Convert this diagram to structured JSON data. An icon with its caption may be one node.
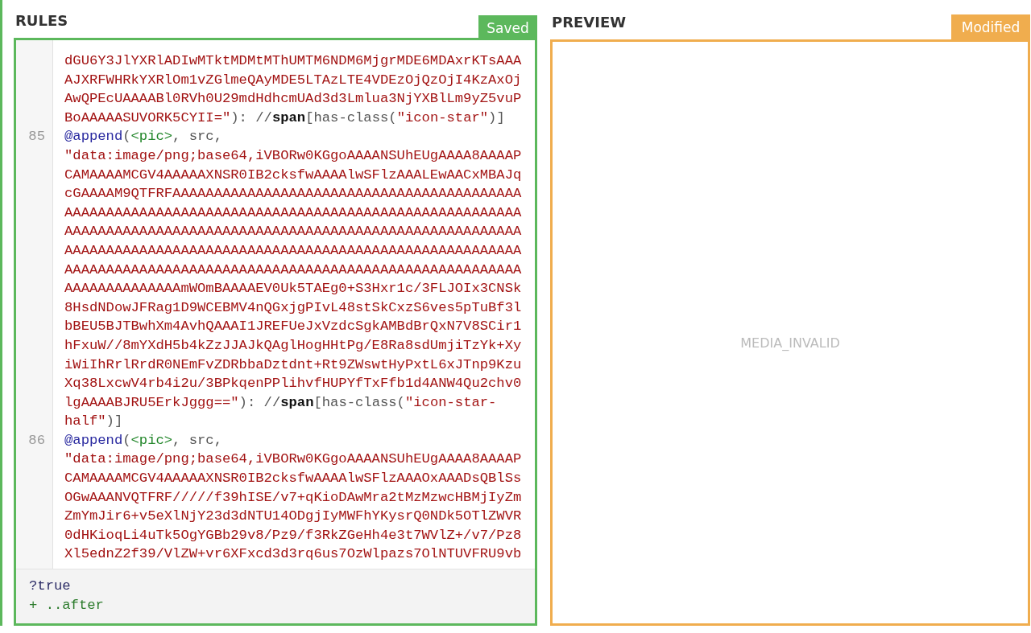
{
  "diagram": {
    "nodes": [
      {
        "text": [
          "RULES",
          "dGU6Y3JlYXRlADIwMTktMDMtMThUMTM6NDM6MjgrMDE6MDAxrKTsAAAAJXRFWHRkYXRlOm1vZGlmeQAyMDE5LTAzLTE4VDEzOjQzOjI4KzAxOjAwQPEcUAAAABl0RVh0U29mdHdhcmUAd3d3Lmlua3NjYXBlLm9yZ5vuPBoAAAAASUVORK5CYII=\"): //span[has-class(\"icon-star\")]",
          "85",
          "@append(<pic>, src, \"data:image/png;base64,iVBORw0KGgoAAAANSUhEUgAAAA8AAAAPCAMAAAAMCGV4AAAAAXNSR0IB2cksfwAAAAlwSFlzAAALEwAACxMBAJqcGAAAAM9QTFRFAAAAAAAAAAAAAAAAAAAAAAAAAAAAAAAAAAAAAAAAAAAAAAAAAAAAAAAAAAAAAAAAAAAAAAAAAAAAAAAAAAAAAAAAAAAAAAAAAAAAAAAAAAAAAAAAAAAAAAAAAAAAAAAAAAAAAAAAAAAAAAAAAAAAAAAAAAAAAAAAAAAAAAAAAAAAAAAAAAAAAAAAAAAAAAAAAAAAAAAAAAAAAAAAAAAAAAAAAAAAAAAAAAAAAAAAAAAAAAAAAAAAAAAAAAAAAAAAAAAAAAAAAAAAAAAAAAAAmWOmBAAAAEV0Uk5TAEg0+S3Hxr1c/3FLJOIx3CNSk8HsdNDowJFRag1D9WCEBMV4nQGxjgPIvL48stSkCxzS6ves5pTuBf3lbBEU5BJTBwhXm4AvhQAAAI1JREFUeJxVzdcSgkAMBdBrQxN7V8SCir1hFxuW//8mYXdH5b4kZzJJAJkQAglHogHHtPg/E8Ra8sdUmjiTzYk+XyiWiIhRrlRrdR0NEmFvZDRbbaDztdnt+Rt9ZWswtHyPxtL6xJTnp9KzuXq38LxcwV4rb4i2u/3BPkqenPPlihvfHUPYfTxFfb1d4ANW4Qu2chv0lgAAAABJRU5ErkJggg==\"): //span[has-class(\"icon-star-half\")]",
          "86",
          "@append(<pic>, src, \"data:image/png;base64,iVBORw0KGgoAAAANSUhEUgAAAA8AAAAPCAMAAAAMCGV4AAAAAXNSR0IB2cksfwAAAAlwSFlzAAAOxAAADsQBlSsOGwAAANVQTFRF/////f39hISE/v7+qKioDAwMra2tMzMzwcHBMjIyZmZmYmJir6+v5eXlNjY23d3dNTU14ODgjIyMWFhYKysrQ0NDk5OTlZWVR0dHKioqLi4uTk5OgYGBb29v8/Pz9/f3RkZGeHh4e3t7WVlZ+/v7/Pz8Xl5ednZ2f39/VlZW+vr6XFxcd3d3rq6us7OzWlpazs7OlNTUVFRU9vb",
          "?true",
          "+ ..after"
        ]
      },
      {
        "text": [
          "Saved"
        ]
      },
      {
        "text": [
          "PREVIEW",
          "MEDIA_INVALID"
        ]
      },
      {
        "text": [
          "Modified"
        ]
      }
    ]
  }
}
